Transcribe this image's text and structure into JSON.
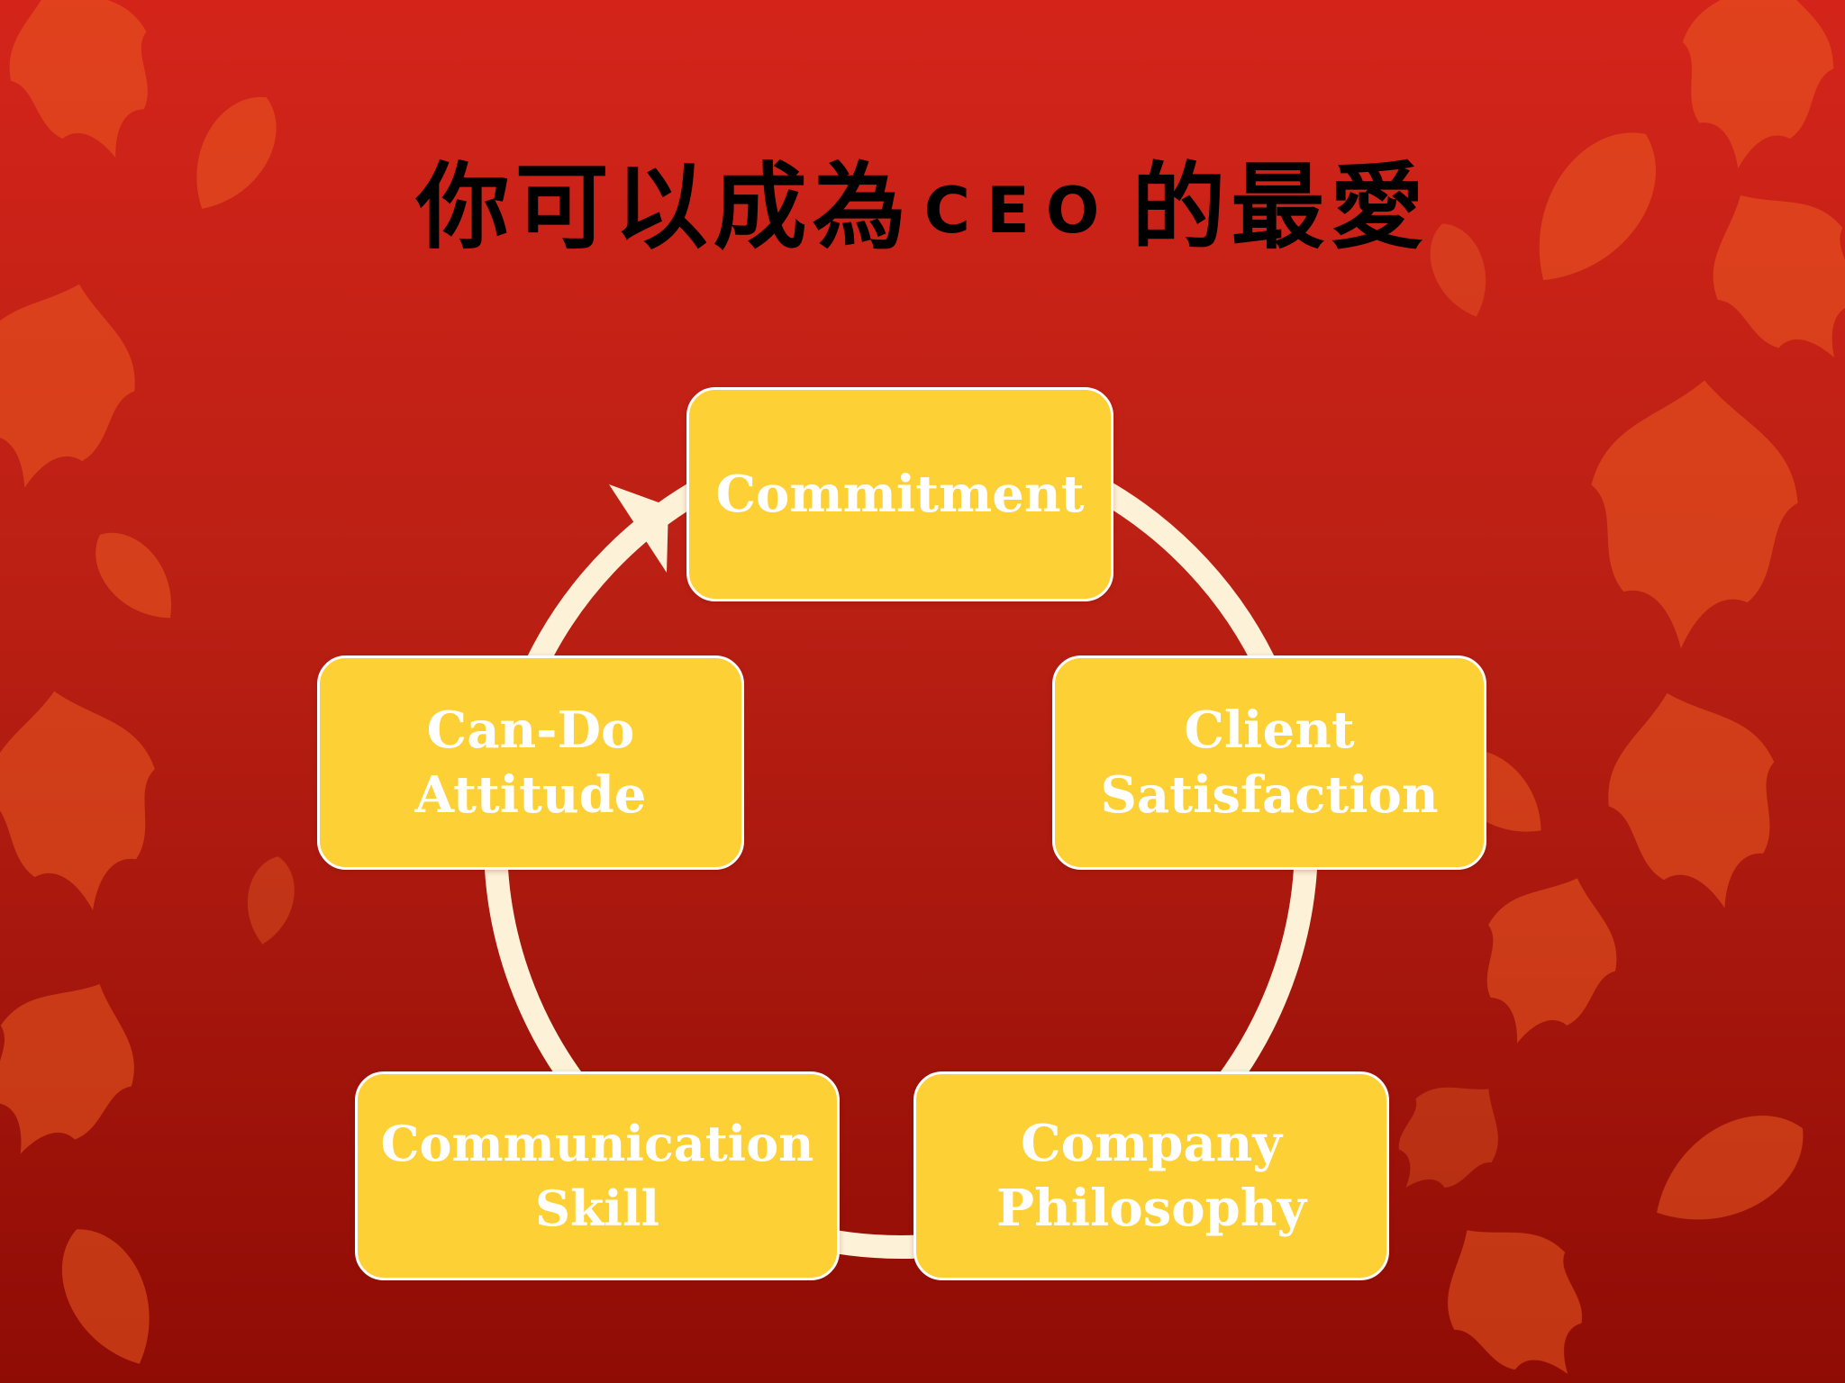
{
  "slide": {
    "title_cjk_a": "你可以成為",
    "title_ceo": "CEO",
    "title_cjk_b": "的最愛"
  },
  "cycle": {
    "nodes": [
      {
        "id": "commitment",
        "lines": [
          "Commitment"
        ]
      },
      {
        "id": "client",
        "lines": [
          "Client",
          "Satisfaction"
        ]
      },
      {
        "id": "company",
        "lines": [
          "Company",
          "Philosophy"
        ]
      },
      {
        "id": "communication",
        "lines": [
          "Communication",
          "Skill"
        ]
      },
      {
        "id": "cando",
        "lines": [
          "Can-Do",
          "Attitude"
        ]
      }
    ]
  },
  "colors": {
    "background_top": "#d4241a",
    "background_bottom": "#8f0c05",
    "node_fill": "#fdd035",
    "node_text": "#ffffff",
    "ring": "#fdf1d8",
    "leaf": "#e8501c"
  }
}
